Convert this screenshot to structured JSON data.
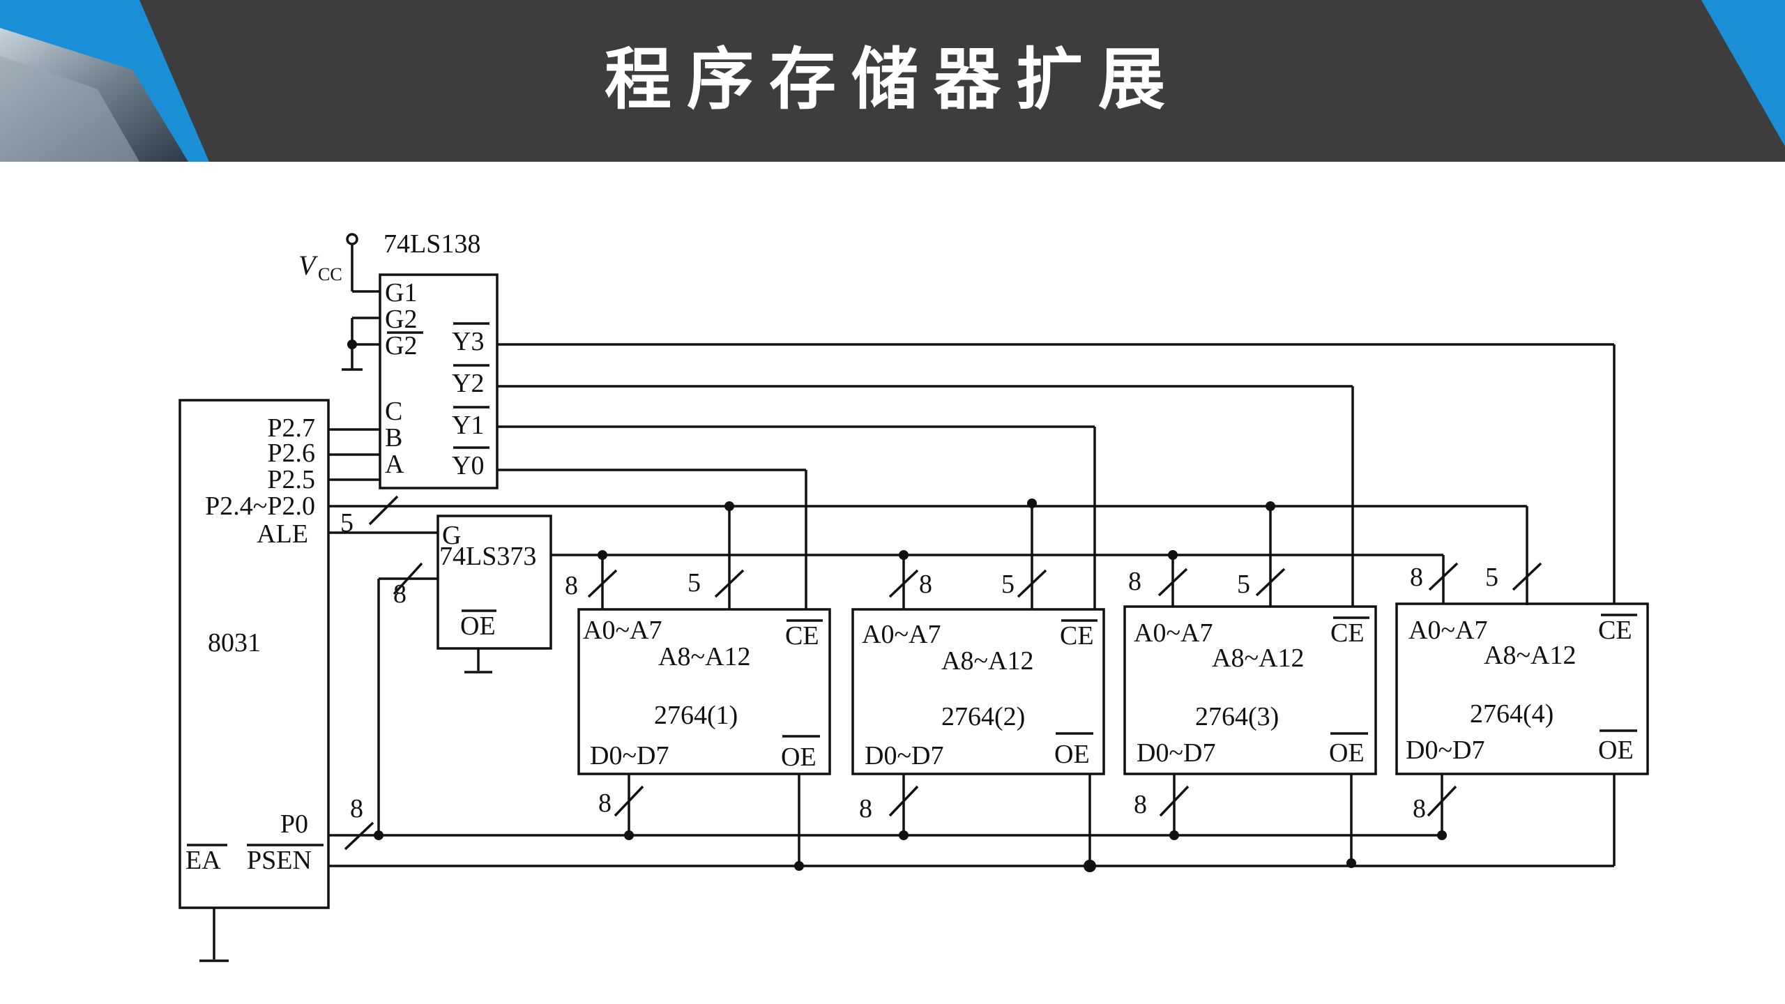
{
  "slide": {
    "title": "程序存储器扩展",
    "colors": {
      "header": "#3d3d3d",
      "accent_blue": "#1a8fd8",
      "line": "#111111"
    }
  },
  "diagram": {
    "decoder": {
      "name": "74LS138",
      "vcc_label": "V",
      "vcc_sub": "CC",
      "pins_left": [
        "G1",
        "G2",
        "G2",
        "C",
        "B",
        "A"
      ],
      "pins_right": [
        "Y3",
        "Y2",
        "Y1",
        "Y0"
      ]
    },
    "mcu": {
      "name": "8031",
      "pins": [
        "P2.7",
        "P2.6",
        "P2.5",
        "P2.4~P2.0",
        "ALE",
        "P0",
        "EA",
        "PSEN"
      ]
    },
    "latch": {
      "name": "74LS373",
      "pin_g": "G",
      "pin_oe": "OE"
    },
    "bus_labels": {
      "addr_high": "5",
      "data": "8"
    },
    "eproms": [
      {
        "name": "2764(1)",
        "addr_low": "A0~A7",
        "addr_high": "A8~A12",
        "ce": "CE",
        "oe": "OE",
        "data": "D0~D7",
        "bus_low": "8",
        "bus_high": "5",
        "bus_data": "8"
      },
      {
        "name": "2764(2)",
        "addr_low": "A0~A7",
        "addr_high": "A8~A12",
        "ce": "CE",
        "oe": "OE",
        "data": "D0~D7",
        "bus_low": "8",
        "bus_high": "5",
        "bus_data": "8"
      },
      {
        "name": "2764(3)",
        "addr_low": "A0~A7",
        "addr_high": "A8~A12",
        "ce": "CE",
        "oe": "OE",
        "data": "D0~D7",
        "bus_low": "8",
        "bus_high": "5",
        "bus_data": "8"
      },
      {
        "name": "2764(4)",
        "addr_low": "A0~A7",
        "addr_high": "A8~A12",
        "ce": "CE",
        "oe": "OE",
        "data": "D0~D7",
        "bus_low": "8",
        "bus_high": "5",
        "bus_data": "8"
      }
    ]
  }
}
